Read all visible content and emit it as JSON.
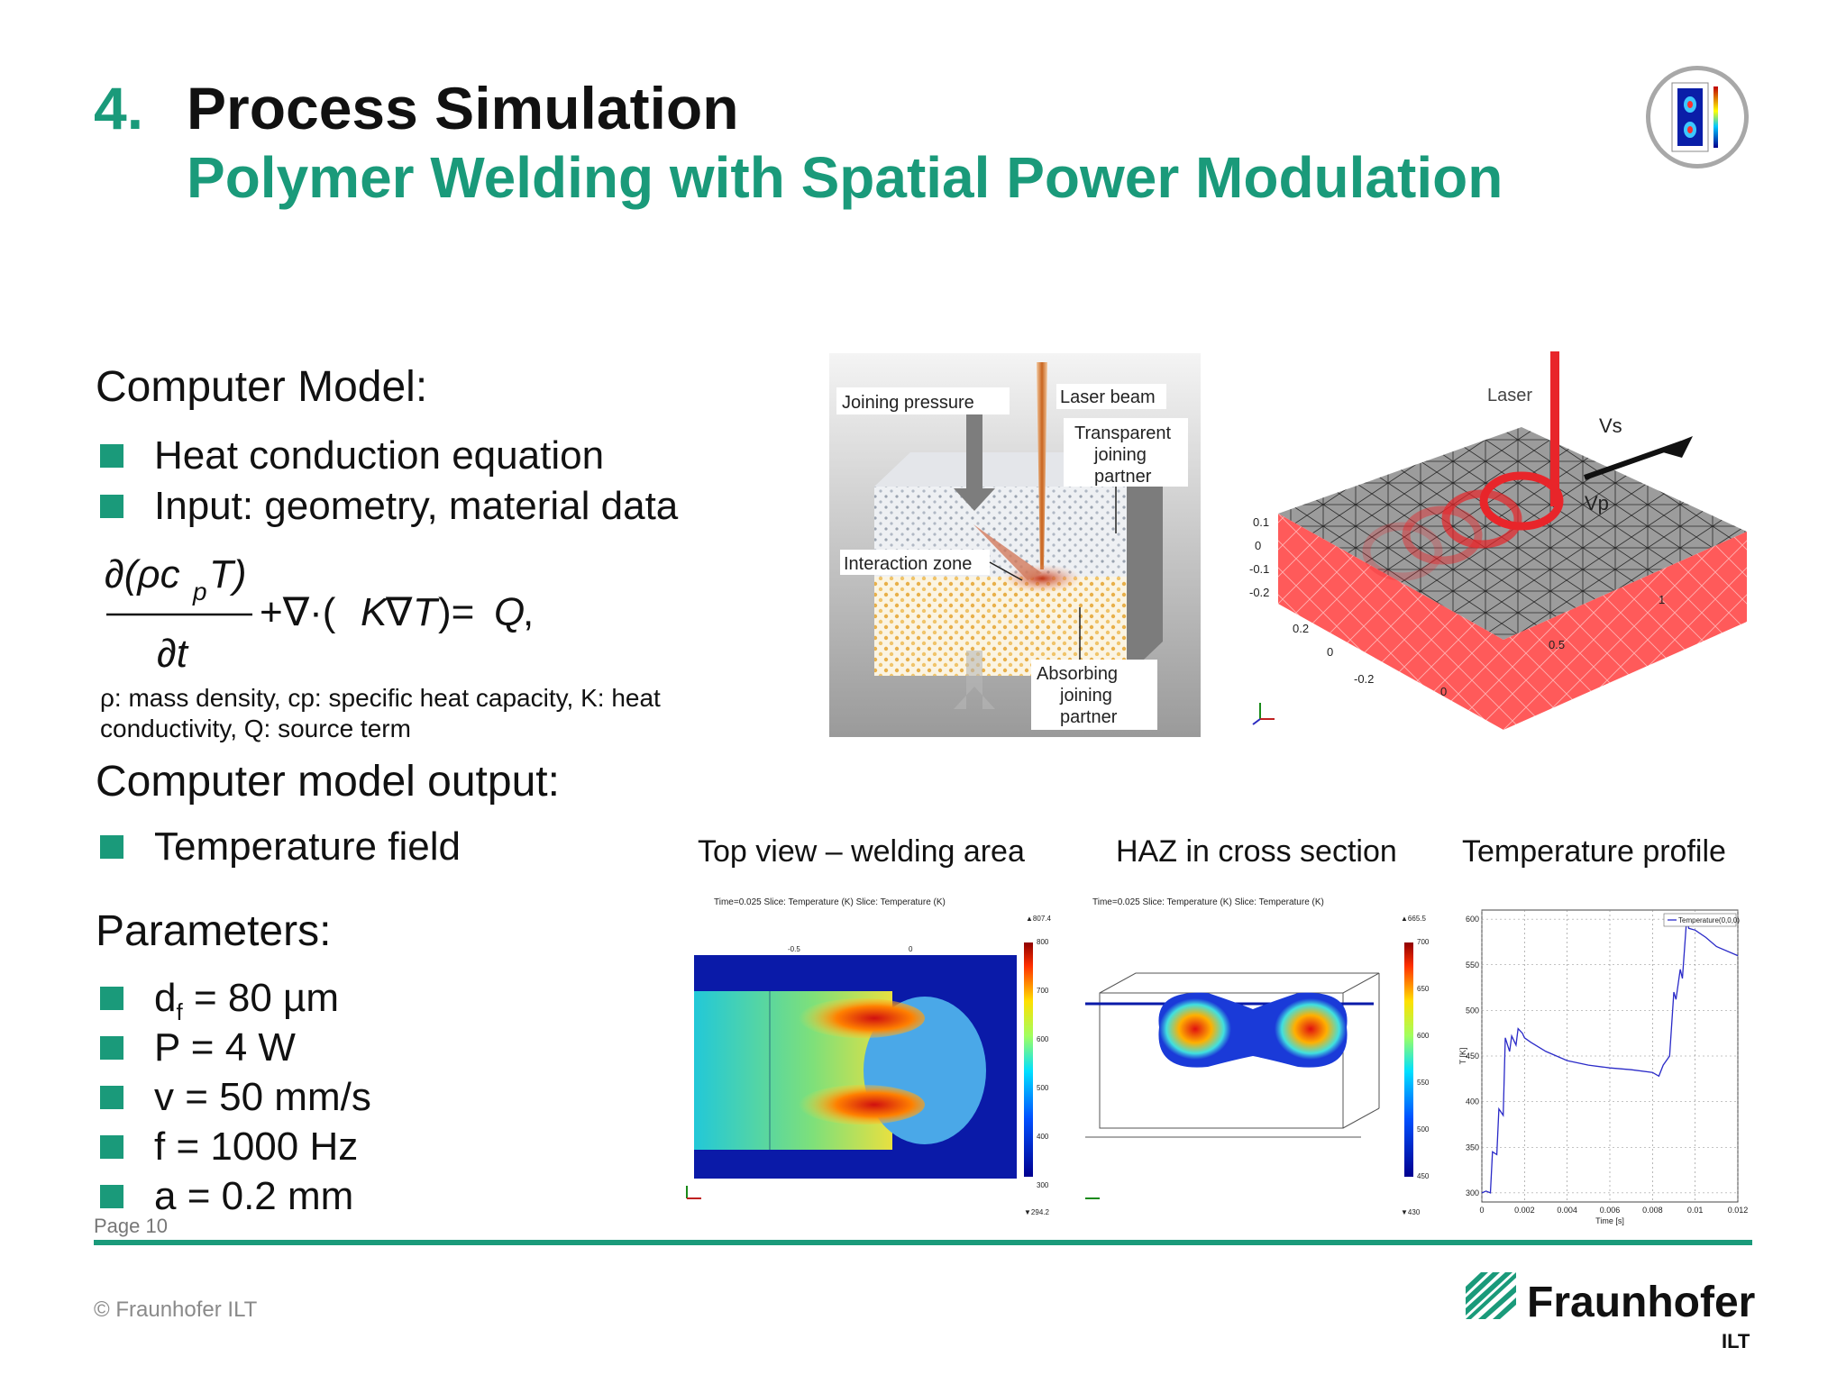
{
  "header": {
    "number": "4.",
    "title": "Process Simulation",
    "subtitle": "Polymer Welding with Spatial Power Modulation"
  },
  "model": {
    "heading": "Computer Model:",
    "bullets": [
      "Heat conduction equation",
      "Input: geometry, material data"
    ],
    "equation_legend": "ρ: mass density, cp: specific heat capacity, K: heat conductivity, Q: source term"
  },
  "output": {
    "heading": "Computer model output:",
    "bullets": [
      "Temperature field"
    ]
  },
  "parameters": {
    "heading": "Parameters:",
    "items": [
      {
        "label": "d",
        "sub": "f",
        "rest": " = 80 µm"
      },
      {
        "label": "P = 4 W"
      },
      {
        "label": "v = 50 mm/s"
      },
      {
        "label": "f = 1000 Hz"
      },
      {
        "label": "a = 0.2 mm"
      }
    ]
  },
  "figures": {
    "schematic": {
      "joining_pressure": "Joining pressure",
      "laser_beam": "Laser beam",
      "transparent_1": "Transparent",
      "transparent_2": "joining",
      "transparent_3": "partner",
      "interaction_zone": "Interaction zone",
      "absorbing_1": "Absorbing",
      "absorbing_2": "joining",
      "absorbing_3": "partner"
    },
    "mesh": {
      "laser": "Laser",
      "vs": "Vs",
      "vp": "Vp",
      "ticks_left": [
        "0.1",
        "0",
        "-0.1",
        "-0.2"
      ],
      "ticks_bottom": [
        "0.2",
        "0",
        "-0.2",
        "0",
        "0.5",
        "1"
      ]
    },
    "captions": [
      "Top view – welding area",
      "HAZ in cross section",
      "Temperature profile"
    ],
    "sim_header": "Time=0.025  Slice: Temperature (K) Slice: Temperature (K)",
    "topview": {
      "max": "▲807.4",
      "min": "▼294.2",
      "ticks": [
        "800",
        "700",
        "600",
        "500",
        "400",
        "300"
      ],
      "xticks": [
        "-0.5",
        "0"
      ]
    },
    "haz": {
      "max": "▲665.5",
      "min": "▼430",
      "ticks": [
        "700",
        "650",
        "600",
        "550",
        "500",
        "450"
      ]
    }
  },
  "chart_data": {
    "type": "line",
    "title": "",
    "xlabel": "Time [s]",
    "ylabel": "T [K]",
    "xlim": [
      0,
      0.012
    ],
    "ylim": [
      290,
      610
    ],
    "x_ticks": [
      "0",
      "0.002",
      "0.004",
      "0.006",
      "0.008",
      "0.01",
      "0.012"
    ],
    "y_ticks": [
      "300",
      "350",
      "400",
      "450",
      "500",
      "550",
      "600"
    ],
    "grid": true,
    "legend": "top-right",
    "series": [
      {
        "name": "Temperature(0,0,0)",
        "x": [
          0.0,
          0.0002,
          0.0004,
          0.0005,
          0.0007,
          0.0008,
          0.001,
          0.0011,
          0.0013,
          0.0014,
          0.0016,
          0.0017,
          0.0019,
          0.002,
          0.0023,
          0.003,
          0.004,
          0.005,
          0.006,
          0.007,
          0.008,
          0.0083,
          0.0085,
          0.0088,
          0.009,
          0.0091,
          0.0093,
          0.0094,
          0.0096,
          0.0097,
          0.01,
          0.0105,
          0.011,
          0.012
        ],
        "y": [
          300,
          302,
          300,
          345,
          342,
          392,
          385,
          470,
          455,
          472,
          462,
          480,
          475,
          470,
          465,
          455,
          445,
          440,
          437,
          435,
          432,
          428,
          440,
          450,
          520,
          512,
          545,
          535,
          600,
          590,
          588,
          580,
          570,
          560
        ]
      }
    ]
  },
  "footer": {
    "page": "Page 10",
    "copyright": "© Fraunhofer ILT",
    "brand": "Fraunhofer",
    "brand_sub": "ILT"
  },
  "colors": {
    "accent": "#1a9a7a",
    "laser_red": "#e8252a"
  }
}
